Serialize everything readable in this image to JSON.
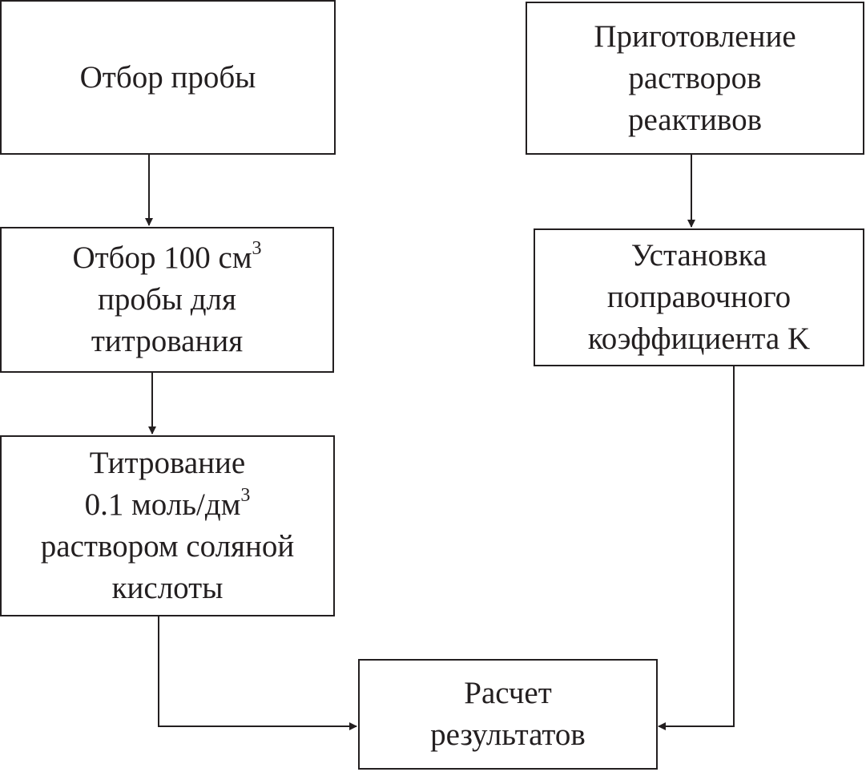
{
  "diagram": {
    "boxes": {
      "sampling": {
        "lines": [
          "Отбор пробы"
        ]
      },
      "reagents": {
        "lines": [
          "Приготовление",
          "растворов",
          "реактивов"
        ]
      },
      "sample_volume": {
        "lines": [
          {
            "text": "Отбор 100 см",
            "sup": "3"
          },
          "пробы для",
          "титрования"
        ]
      },
      "correction": {
        "lines": [
          "Установка",
          "поправочного",
          "коэффициента K"
        ]
      },
      "titration": {
        "lines": [
          "Титрование",
          {
            "text": "0.1 моль/дм",
            "sup": "3"
          },
          "раствором соляной",
          "кислоты"
        ]
      },
      "calculation": {
        "lines": [
          "Расчет",
          "результатов"
        ]
      }
    },
    "connections": [
      {
        "from": "sampling",
        "to": "sample_volume"
      },
      {
        "from": "sample_volume",
        "to": "titration"
      },
      {
        "from": "reagents",
        "to": "correction"
      },
      {
        "from": "titration",
        "to": "calculation"
      },
      {
        "from": "correction",
        "to": "calculation"
      }
    ],
    "colors": {
      "stroke": "#231f20",
      "background": "#ffffff"
    }
  }
}
